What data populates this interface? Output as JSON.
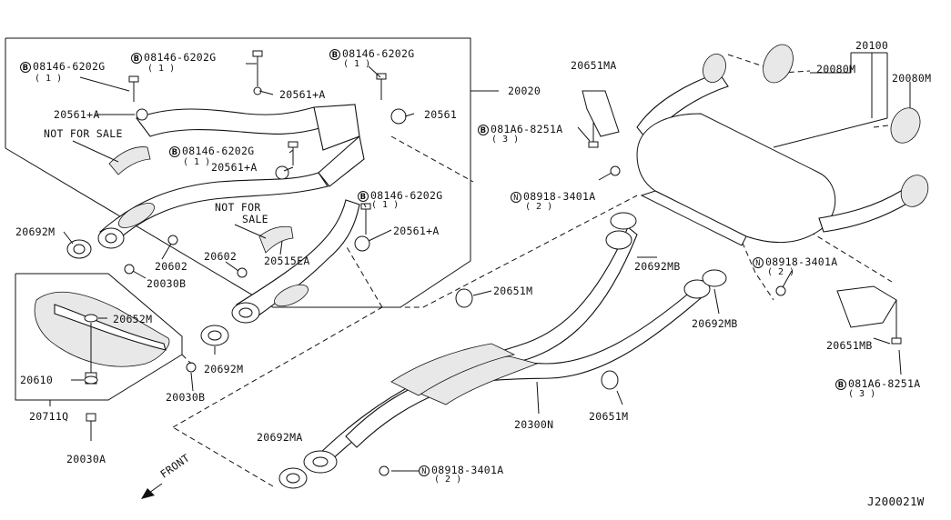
{
  "diagram_code": "J200021W",
  "front_label": "FRONT",
  "labels": {
    "p20020": "20020",
    "p20100": "20100",
    "p20080m_a": "20080M",
    "p20080m_b": "20080M",
    "p20651ma": "20651MA",
    "p20651m_a": "20651M",
    "p20651m_b": "20651M",
    "p20651mb": "20651MB",
    "p20692m_a": "20692M",
    "p20692m_b": "20692M",
    "p20692ma": "20692MA",
    "p20692mb_a": "20692MB",
    "p20692mb_b": "20692MB",
    "p20561a_1": "20561+A",
    "p20561a_2": "20561+A",
    "p20561a_3": "20561+A",
    "p20561a_4": "20561+A",
    "p20561": "20561",
    "p20602_a": "20602",
    "p20602_b": "20602",
    "p20515ea": "20515EA",
    "p20030b_a": "20030B",
    "p20030b_b": "20030B",
    "p20030a": "20030A",
    "p20652m": "20652M",
    "p20610": "20610",
    "p20711q": "20711Q",
    "p20300n": "20300N",
    "not_for_sale_1": "NOT FOR SALE",
    "not_for_sale_2a": "NOT FOR",
    "not_for_sale_2b": "SALE"
  },
  "callouts": {
    "b1": {
      "prefix": "B",
      "code": "08146-6202G",
      "qty": "( 1 )"
    },
    "b2": {
      "prefix": "B",
      "code": "08146-6202G",
      "qty": "( 1 )"
    },
    "b3": {
      "prefix": "B",
      "code": "08146-6202G",
      "qty": "( 1 )"
    },
    "b4": {
      "prefix": "B",
      "code": "08146-6202G",
      "qty": "( 1 )"
    },
    "b5": {
      "prefix": "B",
      "code": "08146-6202G",
      "qty": "( 1 )"
    },
    "b6": {
      "prefix": "B",
      "code": "081A6-8251A",
      "qty": "( 3 )"
    },
    "b7": {
      "prefix": "B",
      "code": "081A6-8251A",
      "qty": "( 3 )"
    },
    "n1": {
      "prefix": "N",
      "code": "08918-3401A",
      "qty": "( 2 )"
    },
    "n2": {
      "prefix": "N",
      "code": "08918-3401A",
      "qty": "( 2 )"
    },
    "n3": {
      "prefix": "N",
      "code": "08918-3401A",
      "qty": "( 2 )"
    }
  }
}
